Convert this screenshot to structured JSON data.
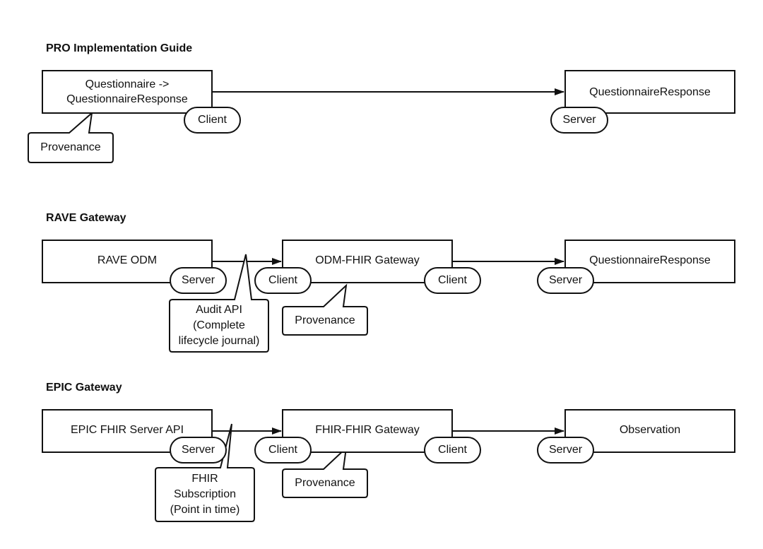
{
  "pro": {
    "title": "PRO Implementation Guide",
    "source_line1": "Questionnaire ->",
    "source_line2": "QuestionnaireResponse",
    "target": "QuestionnaireResponse",
    "client": "Client",
    "server": "Server",
    "provenance": "Provenance"
  },
  "rave": {
    "title": "RAVE Gateway",
    "source": "RAVE ODM",
    "gateway": "ODM-FHIR Gateway",
    "target": "QuestionnaireResponse",
    "source_server": "Server",
    "gateway_client_in": "Client",
    "gateway_client_out": "Client",
    "target_server": "Server",
    "audit_line1": "Audit API",
    "audit_line2": "(Complete",
    "audit_line3": "lifecycle journal)",
    "provenance": "Provenance"
  },
  "epic": {
    "title": "EPIC Gateway",
    "source": "EPIC FHIR Server API",
    "gateway": "FHIR-FHIR Gateway",
    "target": "Observation",
    "source_server": "Server",
    "gateway_client_in": "Client",
    "gateway_client_out": "Client",
    "target_server": "Server",
    "subscription_line1": "FHIR",
    "subscription_line2": "Subscription",
    "subscription_line3": "(Point in time)",
    "provenance": "Provenance"
  }
}
